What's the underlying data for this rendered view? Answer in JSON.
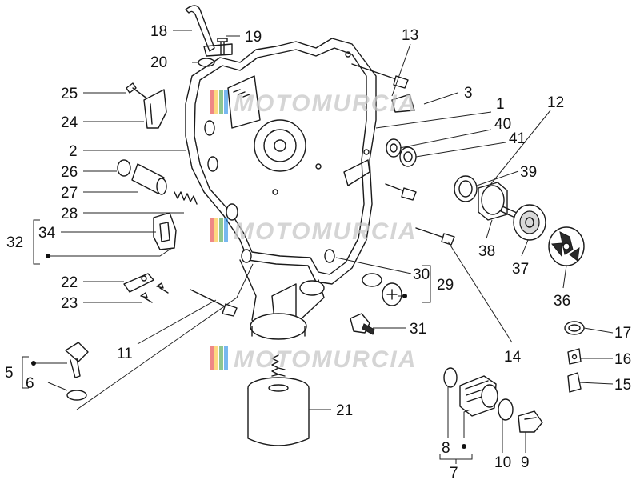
{
  "watermark": {
    "text": "MOTOMURCIA",
    "stripe_colors": [
      "#e53935",
      "#fbc02d",
      "#43a047",
      "#1e88e5"
    ]
  },
  "callouts": [
    {
      "id": "18",
      "label": "18"
    },
    {
      "id": "19",
      "label": "19"
    },
    {
      "id": "20",
      "label": "20"
    },
    {
      "id": "25",
      "label": "25"
    },
    {
      "id": "24",
      "label": "24"
    },
    {
      "id": "2",
      "label": "2"
    },
    {
      "id": "26",
      "label": "26"
    },
    {
      "id": "27",
      "label": "27"
    },
    {
      "id": "28",
      "label": "28"
    },
    {
      "id": "32",
      "label": "32"
    },
    {
      "id": "34",
      "label": "34"
    },
    {
      "id": "22",
      "label": "22"
    },
    {
      "id": "23",
      "label": "23"
    },
    {
      "id": "11",
      "label": "11"
    },
    {
      "id": "5",
      "label": "5"
    },
    {
      "id": "6",
      "label": "6"
    },
    {
      "id": "21",
      "label": "21"
    },
    {
      "id": "13",
      "label": "13"
    },
    {
      "id": "3",
      "label": "3"
    },
    {
      "id": "1",
      "label": "1"
    },
    {
      "id": "12",
      "label": "12"
    },
    {
      "id": "40",
      "label": "40"
    },
    {
      "id": "41",
      "label": "41"
    },
    {
      "id": "39",
      "label": "39"
    },
    {
      "id": "38",
      "label": "38"
    },
    {
      "id": "37",
      "label": "37"
    },
    {
      "id": "36",
      "label": "36"
    },
    {
      "id": "30",
      "label": "30"
    },
    {
      "id": "29",
      "label": "29"
    },
    {
      "id": "31",
      "label": "31"
    },
    {
      "id": "14",
      "label": "14"
    },
    {
      "id": "17",
      "label": "17"
    },
    {
      "id": "16",
      "label": "16"
    },
    {
      "id": "15",
      "label": "15"
    },
    {
      "id": "8",
      "label": "8"
    },
    {
      "id": "7",
      "label": "7"
    },
    {
      "id": "10",
      "label": "10"
    },
    {
      "id": "9",
      "label": "9"
    }
  ]
}
